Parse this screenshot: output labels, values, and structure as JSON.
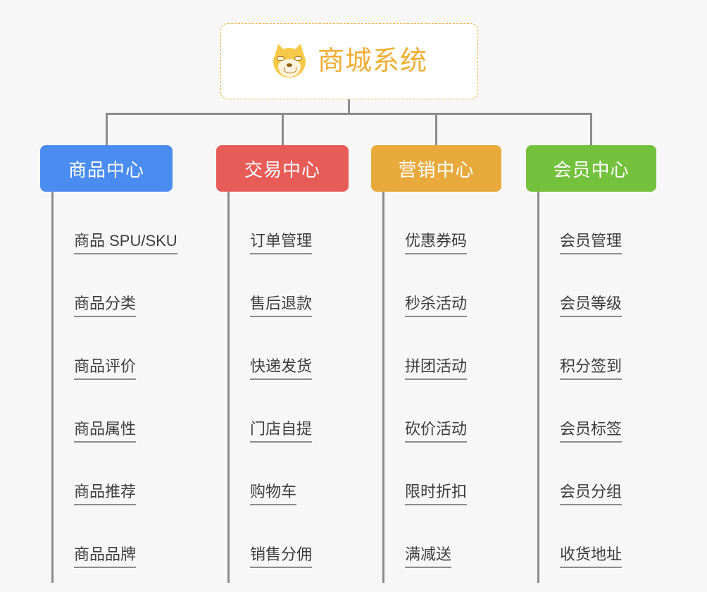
{
  "root": {
    "icon": "shiba-dog-icon",
    "title": "商城系统"
  },
  "colors": {
    "background": "#f7f7f7",
    "root_border": "#f0b040",
    "root_text": "#f0ae35",
    "connector": "#8c8c8c",
    "leaf_text": "#3d3d3d",
    "branch_blue": "#4a8cf0",
    "branch_red": "#e75c58",
    "branch_orange": "#e8aa3c",
    "branch_green": "#73c13d"
  },
  "branches": [
    {
      "label": "商品中心",
      "color": "#4a8cf0",
      "items": [
        "商品 SPU/SKU",
        "商品分类",
        "商品评价",
        "商品属性",
        "商品推荐",
        "商品品牌"
      ]
    },
    {
      "label": "交易中心",
      "color": "#e75c58",
      "items": [
        "订单管理",
        "售后退款",
        "快递发货",
        "门店自提",
        "购物车",
        "销售分佣"
      ]
    },
    {
      "label": "营销中心",
      "color": "#e8aa3c",
      "items": [
        "优惠券码",
        "秒杀活动",
        "拼团活动",
        "砍价活动",
        "限时折扣",
        "满减送"
      ]
    },
    {
      "label": "会员中心",
      "color": "#73c13d",
      "items": [
        "会员管理",
        "会员等级",
        "积分签到",
        "会员标签",
        "会员分组",
        "收货地址"
      ]
    }
  ]
}
